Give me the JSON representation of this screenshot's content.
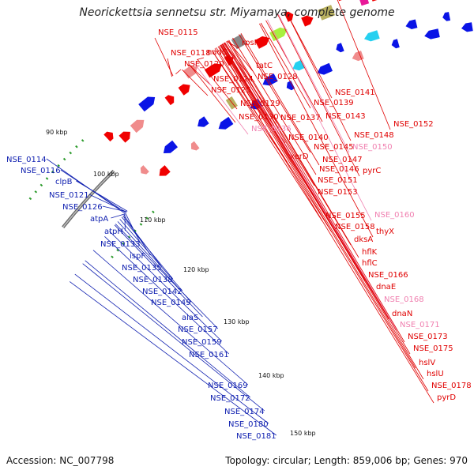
{
  "title": "Neorickettsia sennetsu str. Miyamaya, complete genome",
  "footer": {
    "accession": "Accession: NC_007798",
    "info": "Topology: circular; Length: 859,006 bp; Genes: 970"
  },
  "colors": {
    "forward_label": "#e00000",
    "forward_label_light": "#f080b0",
    "reverse_label": "#1020b0",
    "backbone": "#888888",
    "tick_dot": "#2a9a2a"
  },
  "scale_labels": [
    "90 kbp",
    "100 kbp",
    "110 kbp",
    "120 kbp",
    "130 kbp",
    "140 kbp",
    "150 kbp"
  ],
  "forward_labels": [
    {
      "text": "NSE_0115",
      "style": "dark"
    },
    {
      "text": "NSE_0118",
      "style": "dark"
    },
    {
      "text": "nadC",
      "style": "dark"
    },
    {
      "text": "rpsP",
      "style": "dark"
    },
    {
      "text": "NSE_0120",
      "style": "dark"
    },
    {
      "text": "tatC",
      "style": "dark"
    },
    {
      "text": "NSE_0124",
      "style": "dark"
    },
    {
      "text": "NSE_0128",
      "style": "dark"
    },
    {
      "text": "NSE_0125",
      "style": "dark"
    },
    {
      "text": "NSE_0141",
      "style": "dark"
    },
    {
      "text": "NSE_0129",
      "style": "dark"
    },
    {
      "text": "NSE_0139",
      "style": "dark"
    },
    {
      "text": "NSE_0130",
      "style": "dark"
    },
    {
      "text": "NSE_0137",
      "style": "dark"
    },
    {
      "text": "NSE_0143",
      "style": "dark"
    },
    {
      "text": "NSE_0152",
      "style": "dark"
    },
    {
      "text": "NSE_0136",
      "style": "light"
    },
    {
      "text": "NSE_0148",
      "style": "dark"
    },
    {
      "text": "NSE_0140",
      "style": "dark"
    },
    {
      "text": "NSE_0150",
      "style": "light"
    },
    {
      "text": "NSE_0145",
      "style": "dark"
    },
    {
      "text": "xerD",
      "style": "dark"
    },
    {
      "text": "NSE_0147",
      "style": "dark"
    },
    {
      "text": "NSE_0146",
      "style": "dark"
    },
    {
      "text": "pyrC",
      "style": "dark"
    },
    {
      "text": "NSE_0151",
      "style": "dark"
    },
    {
      "text": "NSE_0153",
      "style": "dark"
    },
    {
      "text": "NSE_0155",
      "style": "dark"
    },
    {
      "text": "NSE_0160",
      "style": "light"
    },
    {
      "text": "NSE_0158",
      "style": "dark"
    },
    {
      "text": "thyX",
      "style": "dark"
    },
    {
      "text": "dksA",
      "style": "dark"
    },
    {
      "text": "hflK",
      "style": "dark"
    },
    {
      "text": "hflC",
      "style": "dark"
    },
    {
      "text": "NSE_0166",
      "style": "dark"
    },
    {
      "text": "dnaE",
      "style": "dark"
    },
    {
      "text": "NSE_0168",
      "style": "light"
    },
    {
      "text": "dnaN",
      "style": "dark"
    },
    {
      "text": "NSE_0171",
      "style": "light"
    },
    {
      "text": "NSE_0173",
      "style": "dark"
    },
    {
      "text": "NSE_0175",
      "style": "dark"
    },
    {
      "text": "hslV",
      "style": "dark"
    },
    {
      "text": "hslU",
      "style": "dark"
    },
    {
      "text": "NSE_0178",
      "style": "dark"
    },
    {
      "text": "pyrD",
      "style": "dark"
    }
  ],
  "reverse_labels": [
    {
      "text": "NSE_0114"
    },
    {
      "text": "NSE_0116"
    },
    {
      "text": "clpB"
    },
    {
      "text": "NSE_0121"
    },
    {
      "text": "NSE_0126"
    },
    {
      "text": "atpA"
    },
    {
      "text": "atpH"
    },
    {
      "text": "NSE_0133"
    },
    {
      "text": "ispF"
    },
    {
      "text": "NSE_0135"
    },
    {
      "text": "NSE_0138"
    },
    {
      "text": "NSE_0142"
    },
    {
      "text": "NSE_0149"
    },
    {
      "text": "alaS"
    },
    {
      "text": "NSE_0157"
    },
    {
      "text": "NSE_0159"
    },
    {
      "text": "NSE_0161"
    },
    {
      "text": "NSE_0169"
    },
    {
      "text": "NSE_0172"
    },
    {
      "text": "NSE_0174"
    },
    {
      "text": "NSE_0180"
    },
    {
      "text": "NSE_0181"
    }
  ]
}
